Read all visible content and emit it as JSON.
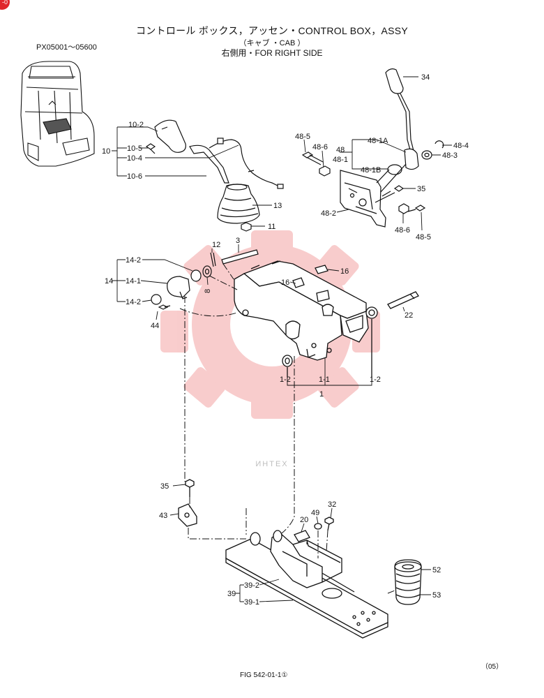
{
  "header": {
    "badge": "-0",
    "title": "コントロール ボックス，アッセン・CONTROL BOX，ASSY",
    "subtitle_cab": "（キャブ ・CAB ）",
    "subtitle_side": "右側用・FOR RIGHT SIDE",
    "serial_range": "PX05001～05600"
  },
  "footer": {
    "figure_code": "FIG 542-01-1①",
    "page_version": "（05）"
  },
  "watermark": {
    "text": "ИНТЕХ",
    "color": "#e84a4a"
  },
  "callouts": {
    "c34": "34",
    "c48_4": "48-4",
    "c48_3": "48-3",
    "c48_5a": "48-5",
    "c48_6a": "48-6",
    "c48": "48",
    "c48_1": "48-1",
    "c48_1a": "48-1A",
    "c48_1b": "48-1B",
    "c35a": "35",
    "c48_2": "48-2",
    "c48_6b": "48-6",
    "c48_5b": "48-5",
    "c10": "10",
    "c10_2": "10-2",
    "c10_5": "10-5",
    "c10_4": "10-4",
    "c10_6": "10-6",
    "c13": "13",
    "c11": "11",
    "c12": "12",
    "c3": "3",
    "c14": "14",
    "c14_2a": "14-2",
    "c14_1": "14-1",
    "c14_2b": "14-2",
    "c8": "8",
    "c44": "44",
    "c16a": "16",
    "c16b": "16",
    "c22": "22",
    "c1_2a": "1-2",
    "c1_1": "1-1",
    "c1_2b": "1-2",
    "c1": "1",
    "c35b": "35",
    "c43": "43",
    "c32": "32",
    "c49": "49",
    "c20": "20",
    "c52": "52",
    "c53": "53",
    "c39": "39",
    "c39_2": "39-2",
    "c39_1": "39-1"
  }
}
